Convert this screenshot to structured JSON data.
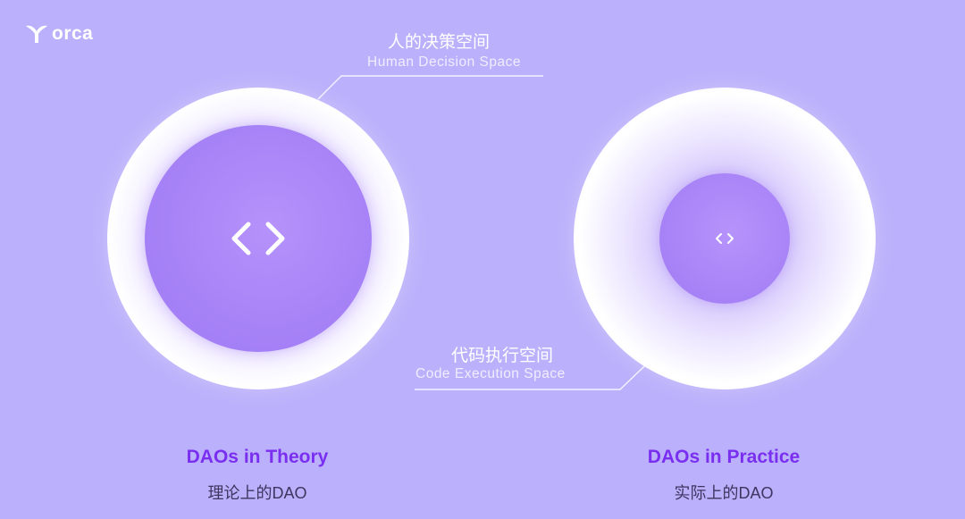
{
  "logo": {
    "text": "orca",
    "icon": "orca-tail-icon"
  },
  "diagram": {
    "human_space": {
      "label_cn": "人的决策空间",
      "label_en": "Human Decision Space"
    },
    "code_space": {
      "label_cn": "代码执行空间",
      "label_en": "Code Execution Space"
    },
    "code_icon": "code-brackets-icon"
  },
  "theory": {
    "title": "DAOs in Theory",
    "subtitle": "理论上的DAO"
  },
  "practice": {
    "title": "DAOs in Practice",
    "subtitle": "实际上的DAO"
  },
  "colors": {
    "background": "#bbb0fb",
    "inner_circle": "#a783f7",
    "outer_circle": "#ffffff",
    "title_accent": "#7a2ff0",
    "subtitle_text": "#3f3560"
  }
}
